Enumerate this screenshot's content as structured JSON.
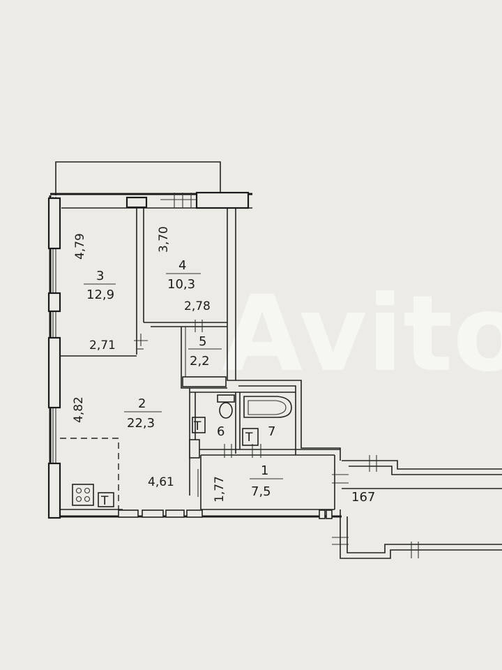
{
  "rooms": [
    {
      "id": "3",
      "number": "3",
      "area": "12,9"
    },
    {
      "id": "4",
      "number": "4",
      "area": "10,3"
    },
    {
      "id": "5",
      "number": "5",
      "area": "2,2"
    },
    {
      "id": "2",
      "number": "2",
      "area": "22,3"
    },
    {
      "id": "6",
      "number": "6"
    },
    {
      "id": "7",
      "number": "7"
    },
    {
      "id": "1",
      "number": "1",
      "area": "7,5"
    }
  ],
  "dimensions": {
    "d_479": "4,79",
    "d_370": "3,70",
    "d_278": "2,78",
    "d_271": "2,71",
    "d_482": "4,82",
    "d_461": "4,61",
    "d_177": "1,77"
  },
  "apartment_number": "167",
  "watermark": "Avito",
  "fixtures": {
    "small_box_symbol": "T"
  }
}
